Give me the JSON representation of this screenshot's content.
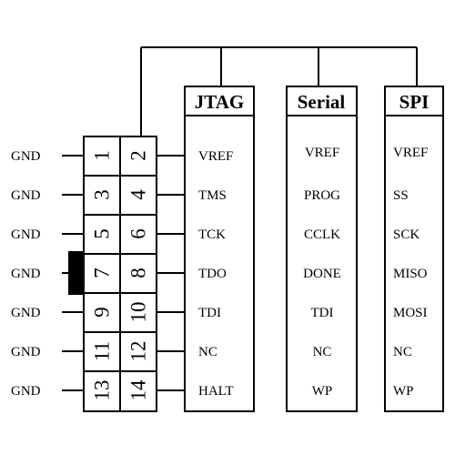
{
  "left_labels": [
    "GND",
    "GND",
    "GND",
    "GND",
    "GND",
    "GND",
    "GND"
  ],
  "pin_numbers": [
    [
      "1",
      "2"
    ],
    [
      "3",
      "4"
    ],
    [
      "5",
      "6"
    ],
    [
      "7",
      "8"
    ],
    [
      "9",
      "10"
    ],
    [
      "11",
      "12"
    ],
    [
      "13",
      "14"
    ]
  ],
  "columns": [
    {
      "header": "JTAG",
      "pins": [
        "VREF",
        "TMS",
        "TCK",
        "TDO",
        "TDI",
        "NC",
        "HALT"
      ]
    },
    {
      "header": "Serial",
      "pins": [
        "VREF",
        "PROG",
        "CCLK",
        "DONE",
        "TDI",
        "NC",
        "WP"
      ]
    },
    {
      "header": "SPI",
      "pins": [
        "VREF",
        "SS",
        "SCK",
        "MISO",
        "MOSI",
        "NC",
        "WP"
      ]
    }
  ],
  "colors": {
    "line": "#000000",
    "background": "#ffffff"
  }
}
